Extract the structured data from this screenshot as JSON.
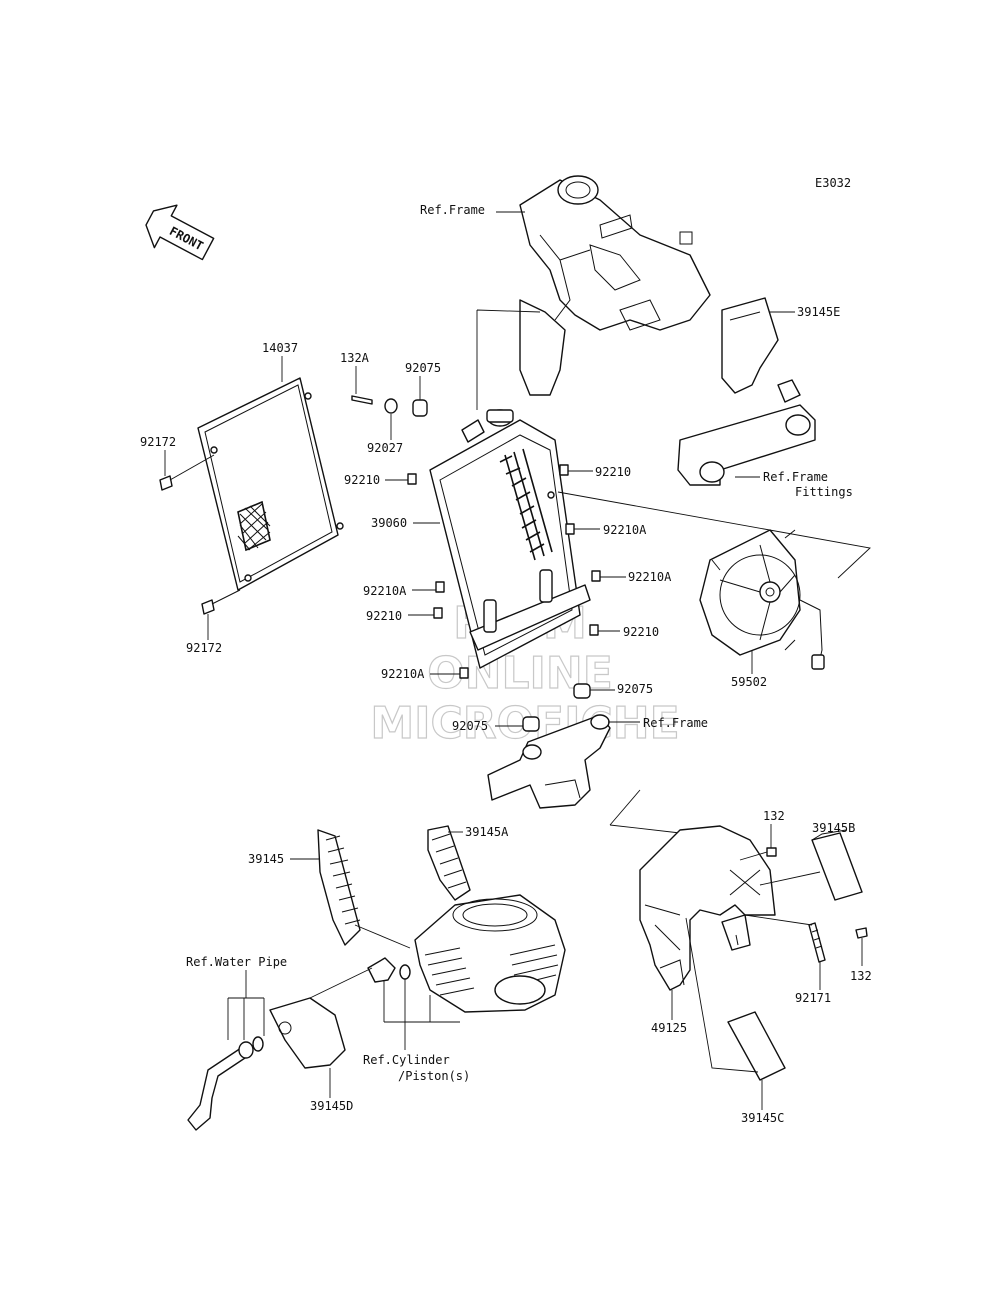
{
  "diagram_code": "E3032",
  "front_arrow": "FRONT",
  "watermark": [
    "FLSM",
    "ONLINE",
    "MICROFICHE"
  ],
  "labels": {
    "ref_frame_top": "Ref.Frame",
    "p39145E": "39145E",
    "p14037": "14037",
    "p132A": "132A",
    "p92075_top": "92075",
    "p92027": "92027",
    "p92172_top": "92172",
    "p92172_bottom": "92172",
    "p92210_left1": "92210",
    "p92210_right1": "92210",
    "p39060": "39060",
    "p92210A_right1": "92210A",
    "p92210A_left1": "92210A",
    "p92210A_right2": "92210A",
    "p92210_left2": "92210",
    "p92210_right2": "92210",
    "p92210A_left2": "92210A",
    "p92075_right": "92075",
    "p92075_left": "92075",
    "ref_frame_mid": "Ref.Frame",
    "ref_frame_fittings_1": "Ref.Frame",
    "ref_frame_fittings_2": "Fittings",
    "p59502": "59502",
    "p132_top": "132",
    "p39145B": "39145B",
    "p39145": "39145",
    "p39145A": "39145A",
    "ref_water_pipe": "Ref.Water Pipe",
    "ref_cylinder_1": "Ref.Cylinder",
    "ref_cylinder_2": "/Piston(s)",
    "p39145D": "39145D",
    "p49125": "49125",
    "p92171": "92171",
    "p132_right": "132",
    "p39145C": "39145C"
  }
}
